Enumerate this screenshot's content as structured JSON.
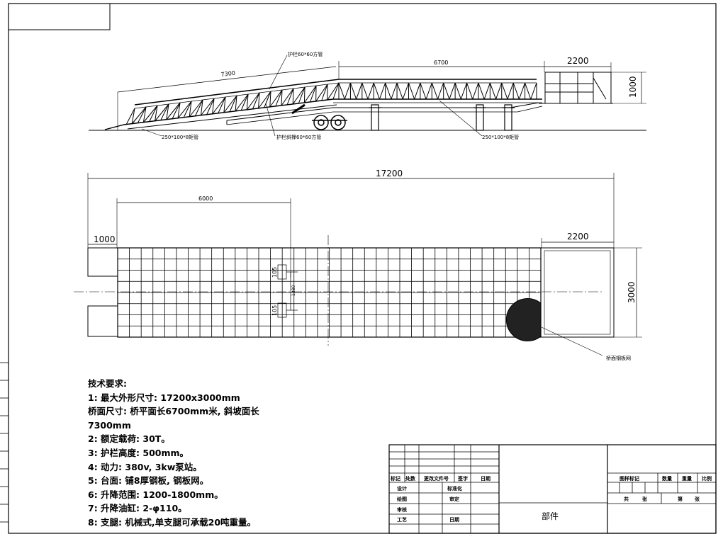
{
  "dimensions": {
    "side_ramp_length": "7300",
    "side_platform_length": "6700",
    "side_platform_extension": "2200",
    "side_rail_height": "1000",
    "total_length": "17200",
    "ramp_flat_length": "6000",
    "lip_length": "1000",
    "plan_platform_extension": "2200",
    "total_width": "3000",
    "leg_spacing_1": "105",
    "leg_spacing_2": "105",
    "center_span": "1380"
  },
  "callouts": {
    "guardrail_square_tube": "护栏60*60方管",
    "guardrail_diagonal_tube": "护栏斜撑60*60方管",
    "main_beam_left": "250*100*8矩管",
    "main_beam_right": "250*100*8矩管",
    "mesh_plate": "桥面钢板网"
  },
  "notes": {
    "heading": "技术要求:",
    "lines": [
      "1: 最大外形尺寸: 17200x3000mm",
      " 桥面尺寸: 桥平面长6700mm米, 斜坡面长",
      "7300mm",
      "2: 额定载荷: 30T。",
      "3: 护栏高度: 500mm。",
      "4: 动力: 380v, 3kw泵站。",
      "5: 台面: 铺8厚钢板, 钢板网。",
      "6: 升降范围: 1200-1800mm。",
      "7: 升降油缸: 2-φ110。",
      "8: 支腿: 机械式,单支腿可承载20吨重量。"
    ]
  },
  "title_block": {
    "row_labels": [
      "标记",
      "处数",
      "更改文件号",
      "签字",
      "日期"
    ],
    "design": "设计",
    "standardize": "标准化",
    "draw": "绘图",
    "review": "审定",
    "check": "审核",
    "process": "工艺",
    "date": "日期",
    "part_name": "部件",
    "stage_mark": "图样标记",
    "quantity": "数量",
    "weight": "重量",
    "scale": "比例",
    "total_sheets": "共",
    "sheets_unit_1": "张",
    "sheet_no": "第",
    "sheets_unit_2": "张"
  }
}
